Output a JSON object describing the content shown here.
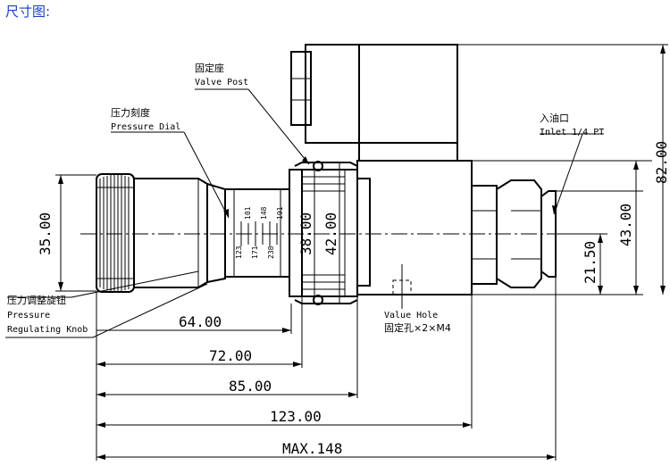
{
  "heading": "尺寸图:",
  "callouts": {
    "valve_post": {
      "cn": "固定座",
      "en": "Valve Post"
    },
    "pressure_dial": {
      "cn": "压力刻度",
      "en": "Pressure Dial"
    },
    "inlet": {
      "cn": "入油口",
      "en": "Inlet 1/4 PT"
    },
    "knob": {
      "cn": "压力调整旋钮",
      "en_line1": "Pressure",
      "en_line2": "Regulating Knob"
    },
    "valve_hole": {
      "en": "Value Hole",
      "cn": "固定孔×2×M4"
    }
  },
  "dial_marks": {
    "top": [
      "101",
      "148",
      "191"
    ],
    "bottom": [
      "123",
      "171",
      "238"
    ]
  },
  "dimensions": {
    "knob_dia": "35.00",
    "dia_38": "38.00",
    "dia_42": "42.00",
    "body_43": "43.00",
    "half_21": "21.50",
    "overall_height": "82.00",
    "len_64": "64.00",
    "len_72": "72.00",
    "len_85": "85.00",
    "len_123": "123.00",
    "len_max": "MAX.148"
  }
}
